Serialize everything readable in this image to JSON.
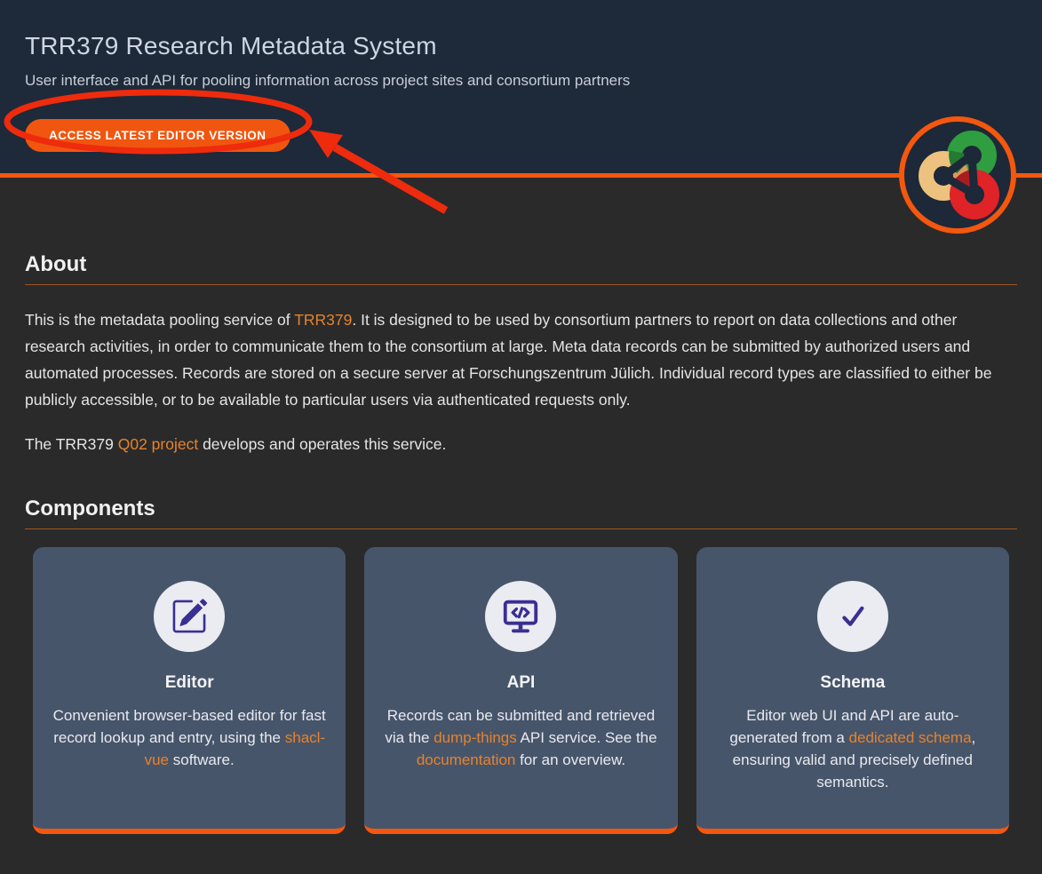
{
  "colors": {
    "accent_orange": "#f4570e",
    "button_orange": "#f0560f",
    "annotation_red": "#ee2b0d",
    "link_orange": "#e5832d",
    "header_navy": "#1e2939",
    "page_bg": "#2a2a2b",
    "card_bg": "#47556b",
    "icon_indigo": "#3a2f92"
  },
  "header": {
    "title": "TRR379 Research Metadata System",
    "subtitle": "User interface and API for pooling information across project sites and consortium partners",
    "button_label": "ACCESS LATEST EDITOR VERSION",
    "logo_icon": "trr379-rings-logo"
  },
  "annotation": {
    "shapes": [
      "red-ellipse-highlight-around-button",
      "red-arrow-pointer"
    ]
  },
  "about": {
    "heading": "About",
    "p1": {
      "t1": "This is the metadata pooling service of ",
      "link1": "TRR379",
      "t2": ". It is designed to be used by consortium partners to report on data collections and other research activities, in order to communicate them to the consortium at large. Meta data records can be submitted by authorized users and automated processes. Records are stored on a secure server at Forschungszentrum Jülich. Individual record types are classified to either be publicly accessible, or to be available to particular users via authenticated requests only."
    },
    "p2": {
      "t1": "The TRR379 ",
      "link1": "Q02 project",
      "t2": " develops and operates this service."
    }
  },
  "components": {
    "heading": "Components",
    "cards": [
      {
        "title": "Editor",
        "icon": "pencil-square-icon",
        "t1": "Convenient browser-based editor for fast record lookup and entry, using the ",
        "link1": "shacl-vue",
        "t2": " software.",
        "link2": "",
        "t3": ""
      },
      {
        "title": "API",
        "icon": "code-display-icon",
        "t1": "Records can be submitted and retrieved via the ",
        "link1": "dump-things",
        "t2": " API service. See the ",
        "link2": "documentation",
        "t3": " for an overview."
      },
      {
        "title": "Schema",
        "icon": "check-icon",
        "t1": "Editor web UI and API are auto-generated from a ",
        "link1": "dedicated schema",
        "t2": ", ensuring valid and precisely defined semantics.",
        "link2": "",
        "t3": ""
      }
    ]
  }
}
